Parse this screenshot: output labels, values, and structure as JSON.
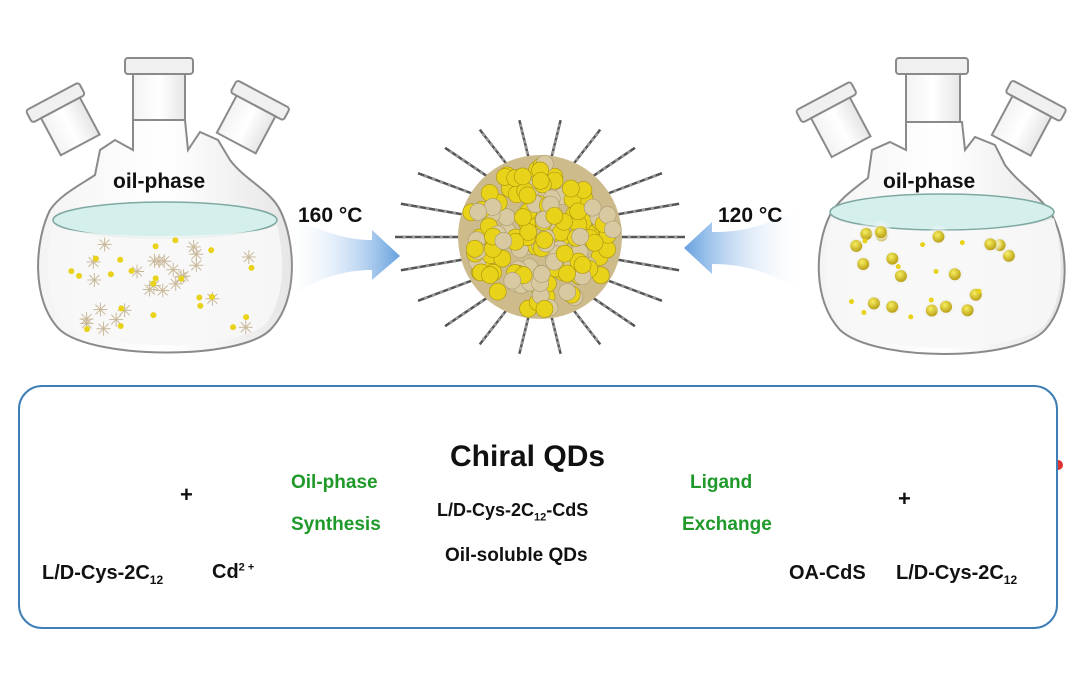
{
  "top": {
    "left_flask_label": "oil-phase",
    "right_flask_label": "oil-phase",
    "left_temperature": "160 °C",
    "right_temperature": "120 °C"
  },
  "bottom": {
    "title": "Chiral QDs",
    "product_line_prefix": "L/D-Cys-2C",
    "product_line_sub": "12",
    "product_line_suffix": "-CdS",
    "product_line2": "Oil-soluble QDs",
    "left_route_line1": "Oil-phase",
    "left_route_line2": "Synthesis",
    "right_route_line1": "Ligand",
    "right_route_line2": "Exchange",
    "plus": "+",
    "left_ligand_prefix": "L/D-Cys-2C",
    "left_ligand_sub": "12",
    "cd_label": "Cd",
    "cd_sup": "2 +",
    "oa_cds_label": "OA-CdS",
    "right_ligand_prefix": "L/D-Cys-2C",
    "right_ligand_sub": "12"
  },
  "colors": {
    "panel_border": "#3f7fb7",
    "route_text": "#1f9a2a",
    "arrow_blue": "#4a90d9",
    "qd_yellow": "#e8d21a",
    "qd_beige": "#d9c9a0",
    "solution": "#d5f0ec"
  }
}
